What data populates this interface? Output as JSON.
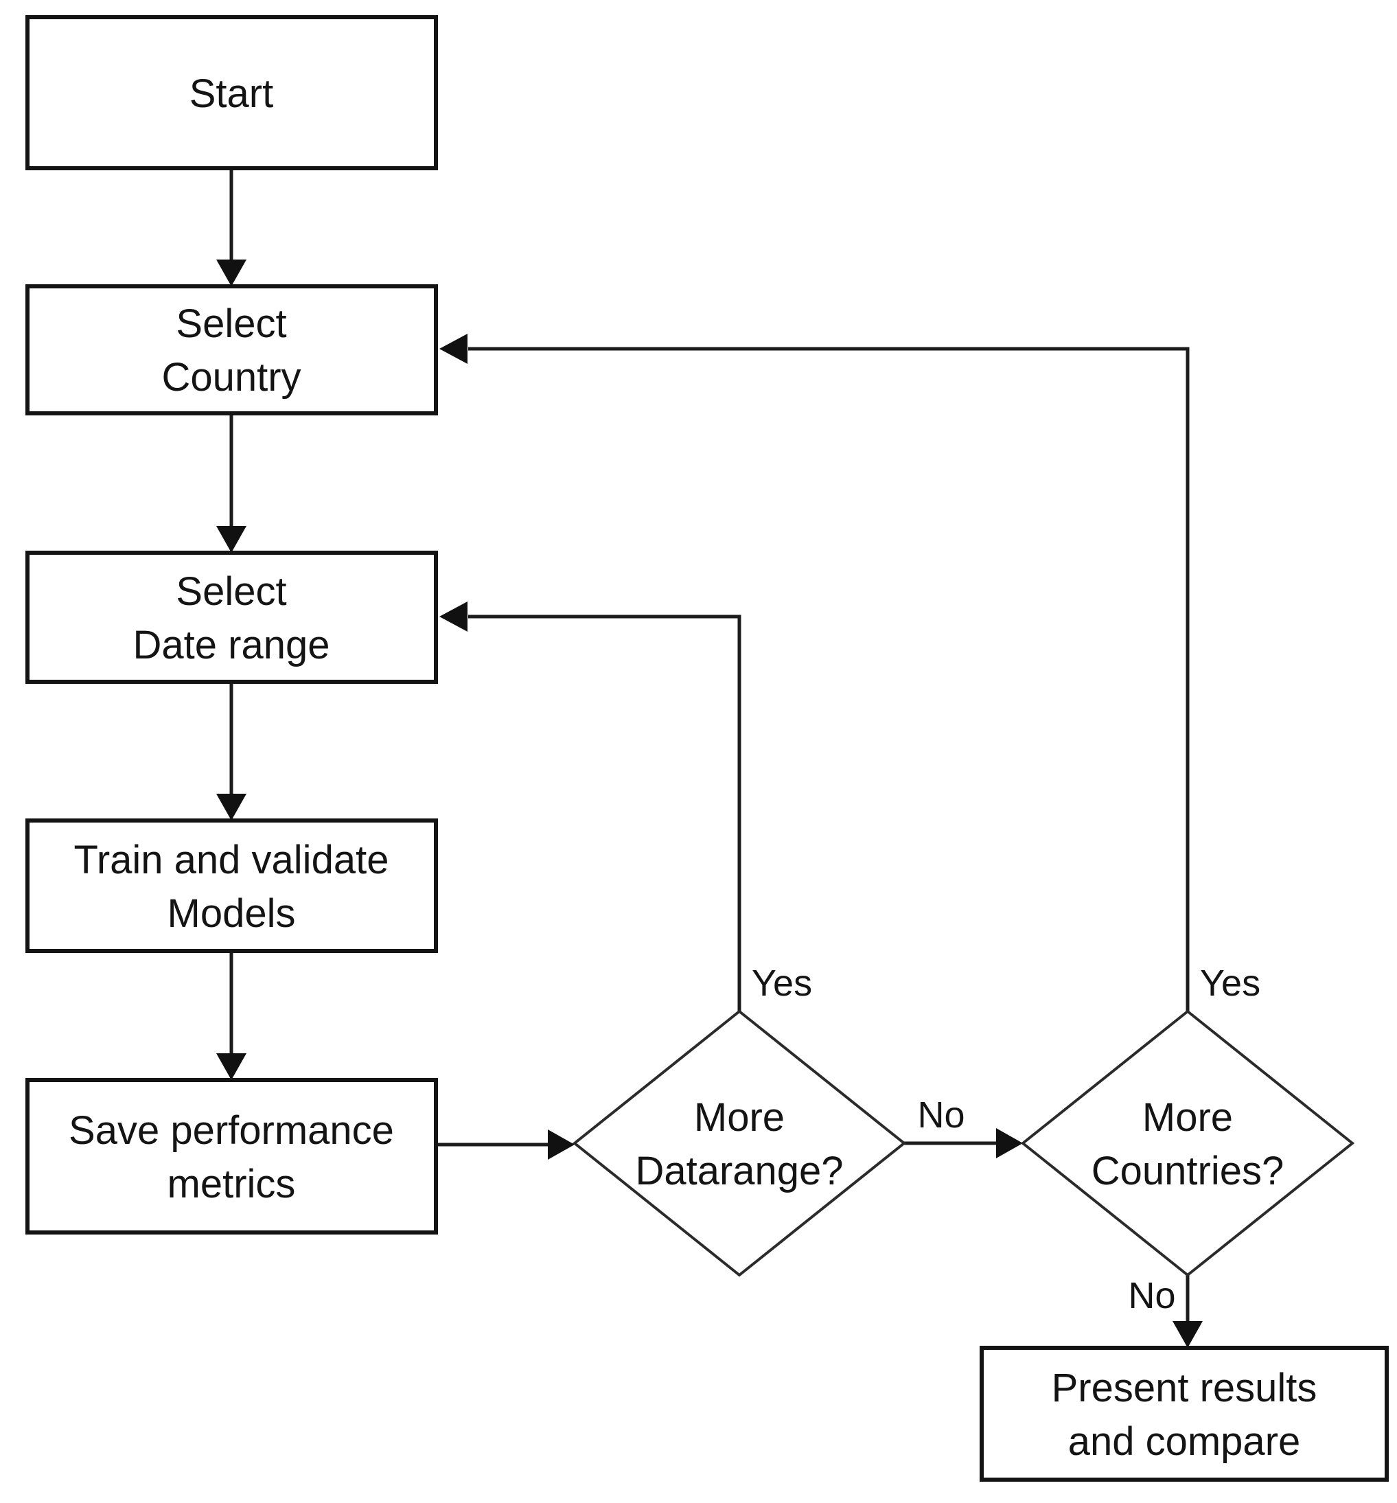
{
  "diagram": {
    "type": "flowchart",
    "colors": {
      "background": "#ffffff",
      "line": "#1c1c1c",
      "border": "#141414",
      "text": "#141414"
    },
    "nodes": [
      {
        "id": "start",
        "shape": "rect",
        "lines": [
          "Start"
        ]
      },
      {
        "id": "select-country",
        "shape": "rect",
        "lines": [
          "Select",
          "Country"
        ]
      },
      {
        "id": "select-date-range",
        "shape": "rect",
        "lines": [
          "Select",
          "Date range"
        ]
      },
      {
        "id": "train-validate",
        "shape": "rect",
        "lines": [
          "Train and validate",
          "Models"
        ]
      },
      {
        "id": "save-metrics",
        "shape": "rect",
        "lines": [
          "Save performance",
          "metrics"
        ]
      },
      {
        "id": "more-datarange",
        "shape": "diamond",
        "lines": [
          "More",
          "Datarange?"
        ]
      },
      {
        "id": "more-countries",
        "shape": "diamond",
        "lines": [
          "More",
          "Countries?"
        ]
      },
      {
        "id": "present-results",
        "shape": "rect",
        "lines": [
          "Present results",
          "and compare"
        ]
      }
    ],
    "edges": [
      {
        "from": "start",
        "to": "select-country",
        "label": ""
      },
      {
        "from": "select-country",
        "to": "select-date-range",
        "label": ""
      },
      {
        "from": "select-date-range",
        "to": "train-validate",
        "label": ""
      },
      {
        "from": "train-validate",
        "to": "save-metrics",
        "label": ""
      },
      {
        "from": "save-metrics",
        "to": "more-datarange",
        "label": ""
      },
      {
        "from": "more-datarange",
        "to": "select-date-range",
        "label": "Yes"
      },
      {
        "from": "more-datarange",
        "to": "more-countries",
        "label": "No"
      },
      {
        "from": "more-countries",
        "to": "select-country",
        "label": "Yes"
      },
      {
        "from": "more-countries",
        "to": "present-results",
        "label": "No"
      }
    ]
  }
}
